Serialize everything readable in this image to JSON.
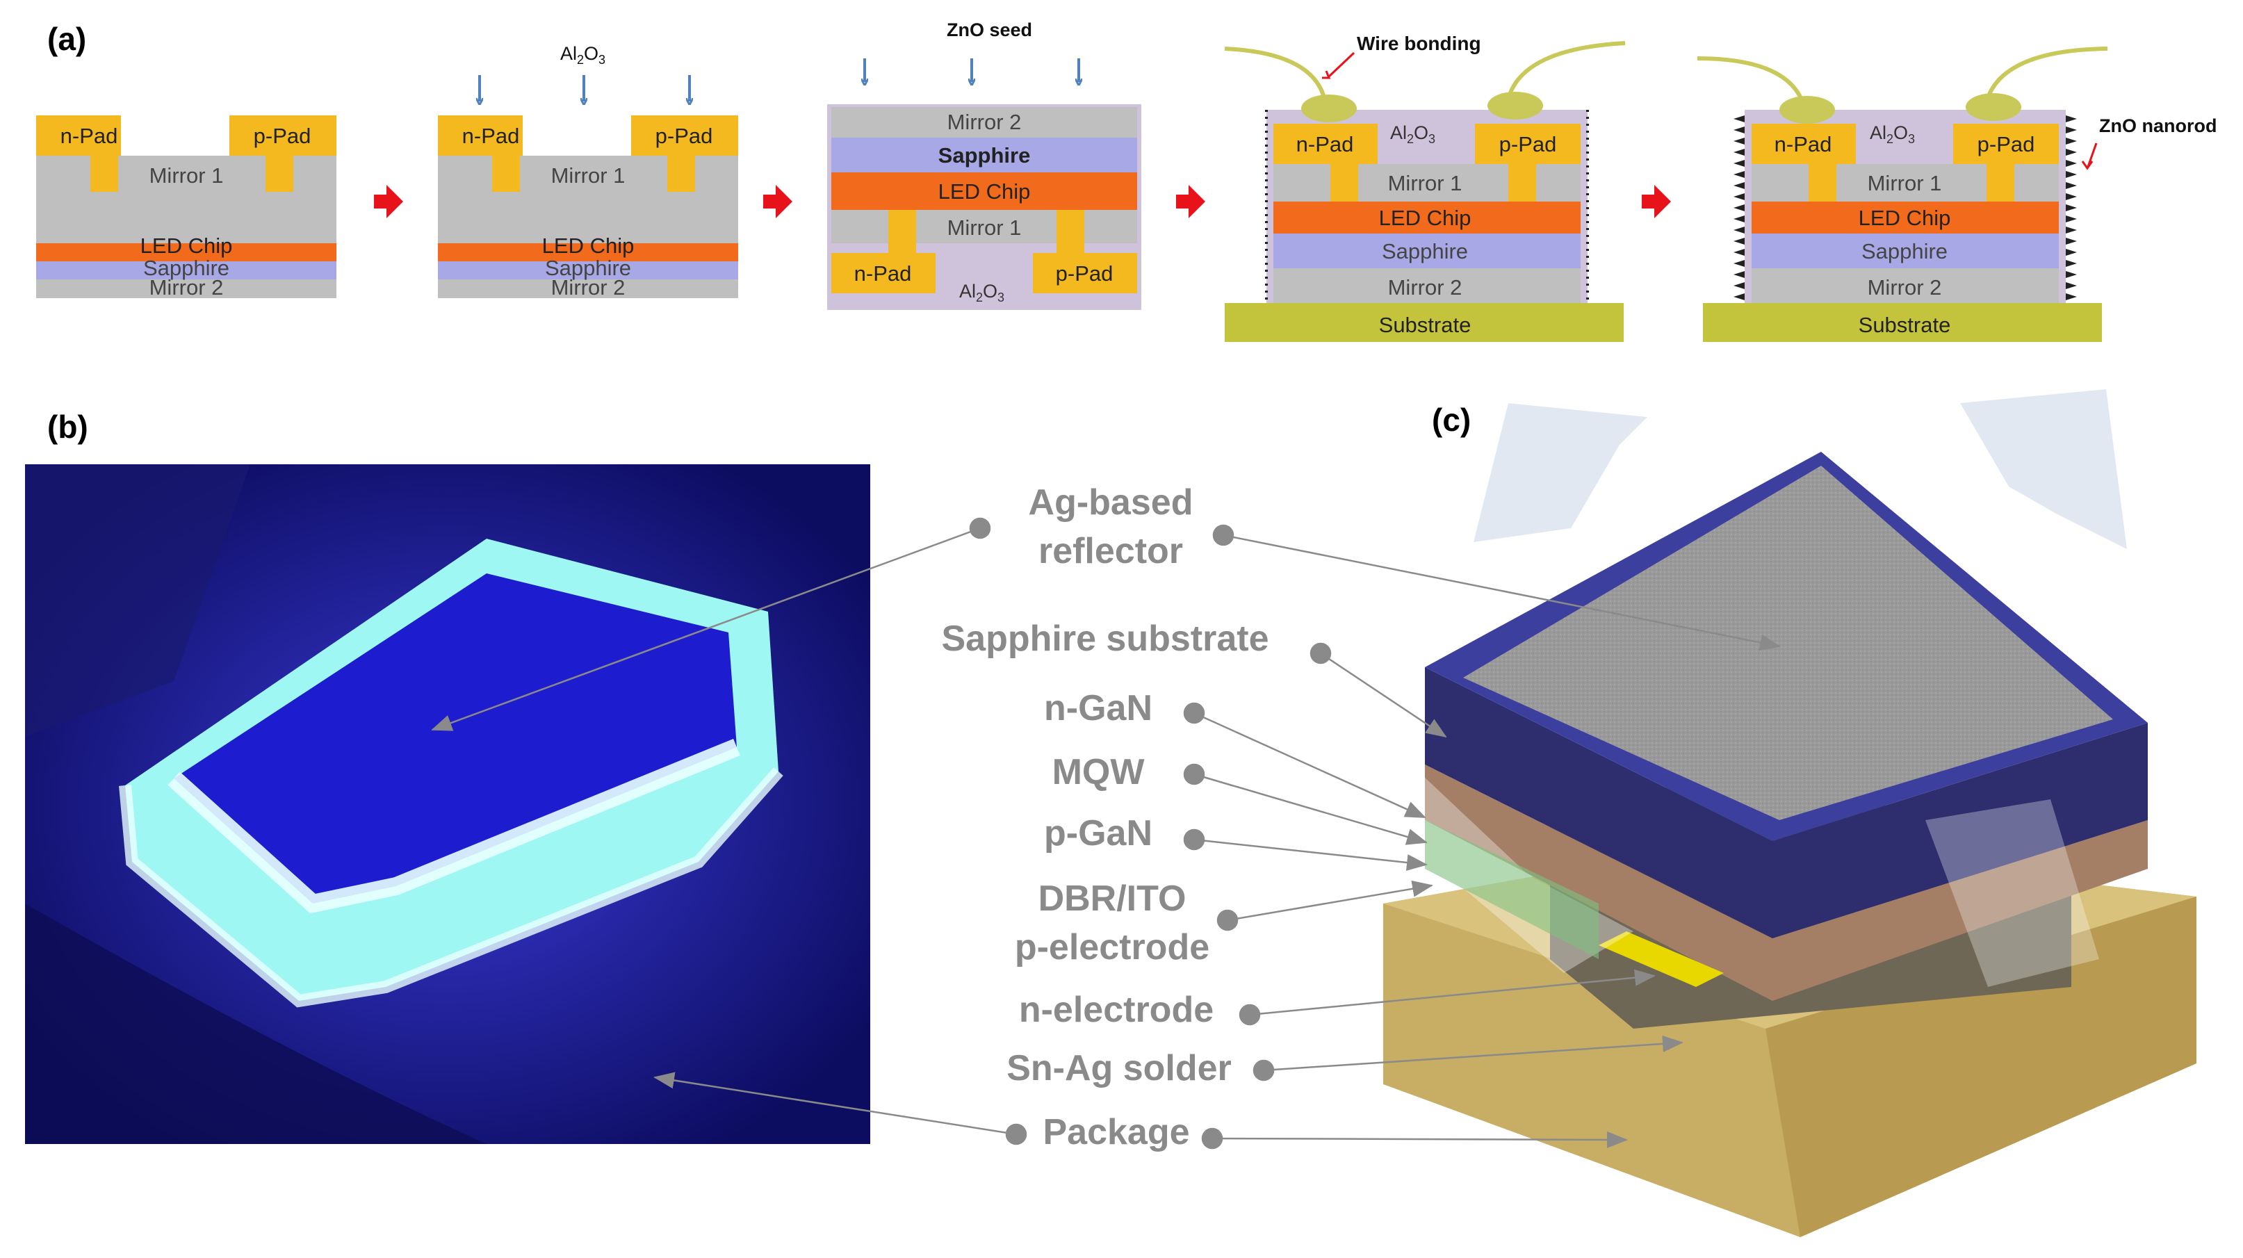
{
  "panel_labels": {
    "a": "(a)",
    "b": "(b)",
    "c": "(c)"
  },
  "layers": {
    "n_pad": "n-Pad",
    "p_pad": "p-Pad",
    "mirror1": "Mirror 1",
    "mirror2": "Mirror 2",
    "led_chip": "LED Chip",
    "sapphire": "Sapphire",
    "substrate": "Substrate",
    "al2o3_main": "Al",
    "al2o3_sub": "2",
    "al2o3_tail": "O",
    "al2o3_sub2": "3"
  },
  "process_annotations": {
    "zno_seed": "ZnO seed",
    "wire_bonding": "Wire bonding",
    "zno_nanorod": "ZnO nanorod"
  },
  "callouts": {
    "ag_reflector_1": "Ag-based",
    "ag_reflector_2": "reflector",
    "sapphire_substrate": "Sapphire substrate",
    "n_gan": "n-GaN",
    "mqw": "MQW",
    "p_gan": "p-GaN",
    "dbr_ito": "DBR/ITO",
    "p_electrode": "p-electrode",
    "n_electrode": "n-electrode",
    "sn_ag_solder": "Sn-Ag solder",
    "package": "Package"
  },
  "colors": {
    "pad": "#f5b920",
    "mirror": "#bfbfbf",
    "led_chip": "#f26a1b",
    "sapphire": "#a9a8e6",
    "al2o3_fill": "#cfc3dc",
    "substrate": "#c4c43c",
    "wire": "#c9c95a",
    "process_arrow": "#e8121b",
    "deposition_arrow": "#4f81bd",
    "callout_text": "#8a8a8a"
  }
}
